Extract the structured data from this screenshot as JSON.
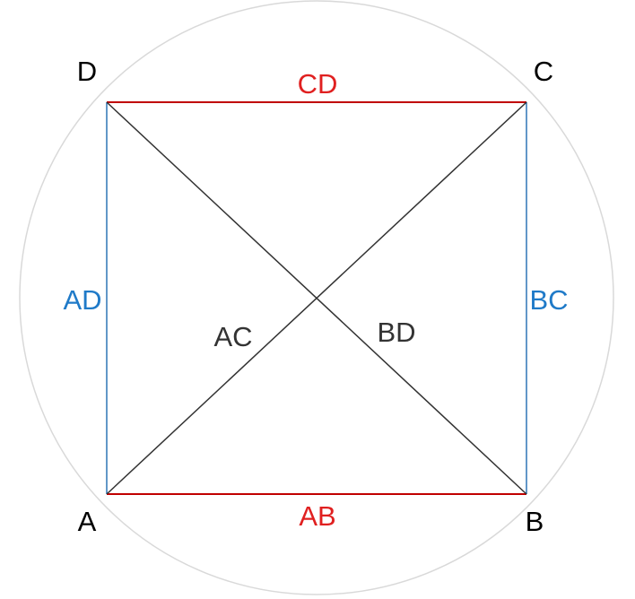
{
  "vertices": {
    "A": "A",
    "B": "B",
    "C": "C",
    "D": "D"
  },
  "segments": {
    "AB": "AB",
    "BC": "BC",
    "CD": "CD",
    "AD": "AD",
    "AC": "AC",
    "BD": "BD"
  },
  "colors": {
    "circle": "#d9d9d9",
    "horizontal_sides": "#c00000",
    "vertical_sides": "#2e75b6",
    "diagonals": "#333333",
    "horizontal_labels": "#e02020",
    "vertical_labels": "#1f7ac8",
    "vertex_labels": "#000000"
  }
}
